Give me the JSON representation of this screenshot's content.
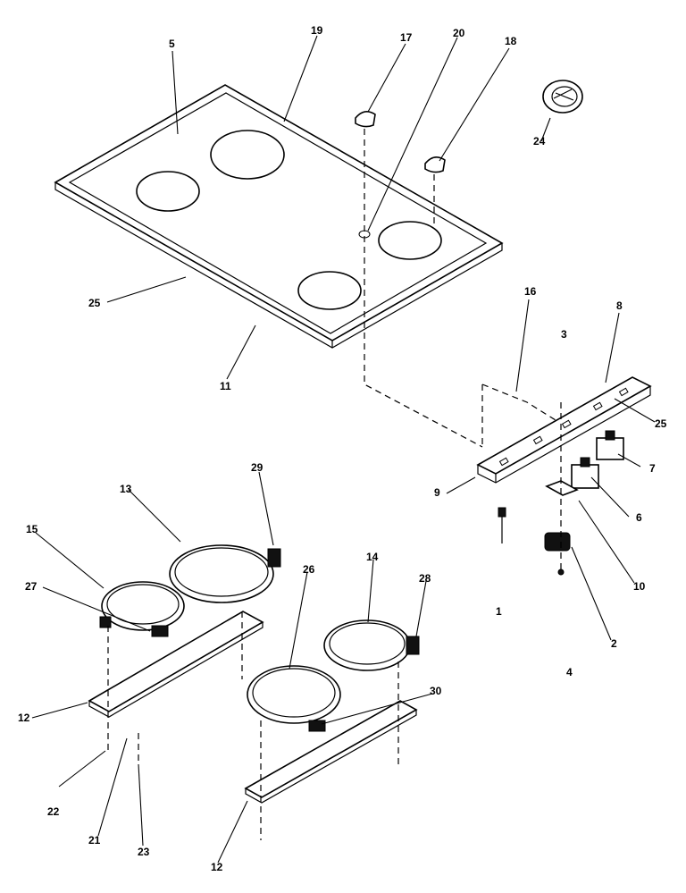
{
  "diagram": {
    "callouts": [
      {
        "id": "5",
        "text": "5"
      },
      {
        "id": "19",
        "text": "19"
      },
      {
        "id": "17",
        "text": "17"
      },
      {
        "id": "20",
        "text": "20"
      },
      {
        "id": "18",
        "text": "18"
      },
      {
        "id": "24",
        "text": "24"
      },
      {
        "id": "25a",
        "text": "25"
      },
      {
        "id": "11",
        "text": "11"
      },
      {
        "id": "16",
        "text": "16"
      },
      {
        "id": "8a",
        "text": "8"
      },
      {
        "id": "3",
        "text": "3"
      },
      {
        "id": "25b",
        "text": "25"
      },
      {
        "id": "7",
        "text": "7"
      },
      {
        "id": "9",
        "text": "9"
      },
      {
        "id": "6",
        "text": "6"
      },
      {
        "id": "1",
        "text": "1"
      },
      {
        "id": "10",
        "text": "10"
      },
      {
        "id": "2",
        "text": "2"
      },
      {
        "id": "4",
        "text": "4"
      },
      {
        "id": "29",
        "text": "29"
      },
      {
        "id": "13",
        "text": "13"
      },
      {
        "id": "15",
        "text": "15"
      },
      {
        "id": "27",
        "text": "27"
      },
      {
        "id": "26",
        "text": "26"
      },
      {
        "id": "14",
        "text": "14"
      },
      {
        "id": "28",
        "text": "28"
      },
      {
        "id": "30",
        "text": "30"
      },
      {
        "id": "12a",
        "text": "12"
      },
      {
        "id": "22",
        "text": "22"
      },
      {
        "id": "21",
        "text": "21"
      },
      {
        "id": "23",
        "text": "23"
      },
      {
        "id": "12b",
        "text": "12"
      }
    ]
  }
}
